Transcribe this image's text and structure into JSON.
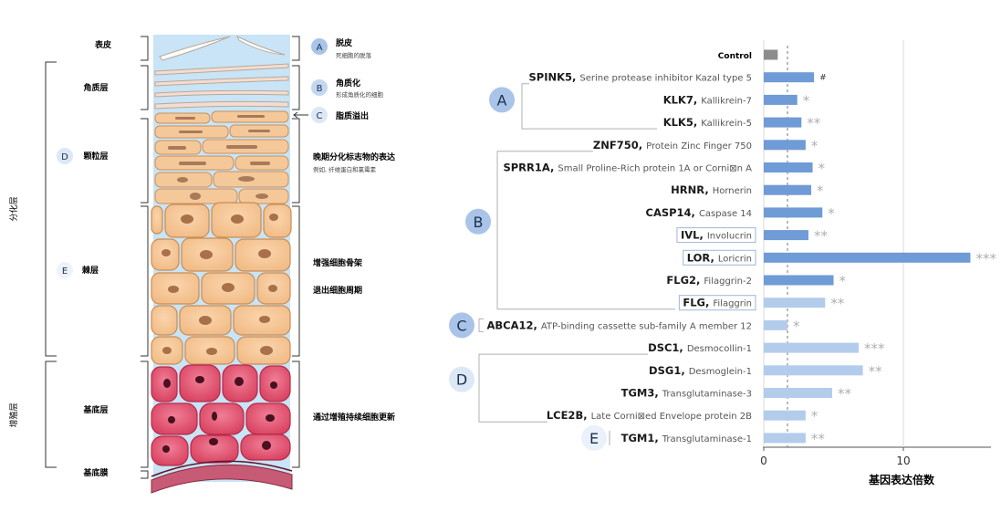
{
  "left_panel": {
    "side_groups": [
      {
        "label": "分化层"
      },
      {
        "label": "增殖层"
      }
    ],
    "layers": [
      {
        "label": "表皮",
        "badge": ""
      },
      {
        "label": "角质层",
        "badge": ""
      },
      {
        "label": "颗粒层",
        "badge": "D"
      },
      {
        "label": "棘层",
        "badge": "E"
      },
      {
        "label": "基底层",
        "badge": ""
      },
      {
        "label": "基底膜",
        "badge": ""
      }
    ],
    "annotations": [
      {
        "badge": "A",
        "title": "脱皮",
        "subtitle": "死细胞的脱落"
      },
      {
        "badge": "B",
        "title": "角质化",
        "subtitle": "形成角质化的细胞"
      },
      {
        "badge": "C",
        "title": "脂质溢出",
        "subtitle": ""
      },
      {
        "badge": "",
        "title": "晚期分化标志物的表达",
        "subtitle": "例如, 纤维蛋白和氯霉素"
      },
      {
        "badge": "",
        "title": "增强细胞骨架",
        "subtitle": ""
      },
      {
        "badge": "",
        "title": "退出细胞周期",
        "subtitle": ""
      },
      {
        "badge": "",
        "title": "通过增殖持续细胞更新",
        "subtitle": ""
      }
    ]
  },
  "chart_data": {
    "type": "bar",
    "orientation": "horizontal",
    "xlabel": "基因表达倍数",
    "xlim": [
      0,
      16
    ],
    "xticks": [
      0,
      10
    ],
    "reference_line": 1.7,
    "colors": {
      "control": "#8c8c8c",
      "dark": "#6f9bd6",
      "light": "#b4ccec",
      "sig": "#b0b0b0",
      "group_badge": "#a9c4e8",
      "group_badge_light": "#dce8f6"
    },
    "groups": [
      {
        "label": "A"
      },
      {
        "label": "B"
      },
      {
        "label": "C"
      },
      {
        "label": "D"
      },
      {
        "label": "E"
      }
    ],
    "rows": [
      {
        "gene": "Control",
        "desc": "",
        "value": 1.0,
        "sig": "",
        "color": "control",
        "boxed": false
      },
      {
        "gene": "SPINK5,",
        "desc": "Serine protease inhibitor Kazal type 5",
        "value": 3.6,
        "sig": "#",
        "color": "dark",
        "boxed": false
      },
      {
        "gene": "KLK7,",
        "desc": "Kallikrein-7",
        "value": 2.4,
        "sig": "*",
        "color": "dark",
        "boxed": false
      },
      {
        "gene": "KLK5,",
        "desc": "Kallikrein-5",
        "value": 2.7,
        "sig": "**",
        "color": "dark",
        "boxed": false
      },
      {
        "gene": "ZNF750,",
        "desc": "Protein Zinc Finger 750",
        "value": 3.0,
        "sig": "*",
        "color": "dark",
        "boxed": false
      },
      {
        "gene": "SPRR1A,",
        "desc": "Small Proline-Rich protein 1A or Corni⊠n A",
        "value": 3.5,
        "sig": "*",
        "color": "dark",
        "boxed": false
      },
      {
        "gene": "HRNR,",
        "desc": "Hornerin",
        "value": 3.4,
        "sig": "*",
        "color": "dark",
        "boxed": false
      },
      {
        "gene": "CASP14,",
        "desc": "Caspase 14",
        "value": 4.2,
        "sig": "*",
        "color": "dark",
        "boxed": false
      },
      {
        "gene": "IVL,",
        "desc": "Involucrin",
        "value": 3.2,
        "sig": "**",
        "color": "dark",
        "boxed": true
      },
      {
        "gene": "LOR,",
        "desc": "Loricrin",
        "value": 14.8,
        "sig": "***",
        "color": "dark",
        "boxed": true
      },
      {
        "gene": "FLG2,",
        "desc": "Filaggrin-2",
        "value": 5.0,
        "sig": "*",
        "color": "dark",
        "boxed": false
      },
      {
        "gene": "FLG,",
        "desc": "Filaggrin",
        "value": 4.4,
        "sig": "**",
        "color": "light",
        "boxed": true
      },
      {
        "gene": "ABCA12,",
        "desc": "ATP-binding cassette sub-family A member 12",
        "value": 1.7,
        "sig": "*",
        "color": "light",
        "boxed": false
      },
      {
        "gene": "DSC1,",
        "desc": "Desmocollin-1",
        "value": 6.8,
        "sig": "***",
        "color": "light",
        "boxed": false
      },
      {
        "gene": "DSG1,",
        "desc": "Desmoglein-1",
        "value": 7.1,
        "sig": "**",
        "color": "light",
        "boxed": false
      },
      {
        "gene": "TGM3,",
        "desc": "Transglutaminase-3",
        "value": 4.9,
        "sig": "**",
        "color": "light",
        "boxed": false
      },
      {
        "gene": "LCE2B,",
        "desc": "Late Corni⊠ed Envelope protein 2B",
        "value": 3.0,
        "sig": "*",
        "color": "light",
        "boxed": false
      },
      {
        "gene": "TGM1,",
        "desc": "Transglutaminase-1",
        "value": 3.0,
        "sig": "**",
        "color": "light",
        "boxed": false
      }
    ]
  }
}
